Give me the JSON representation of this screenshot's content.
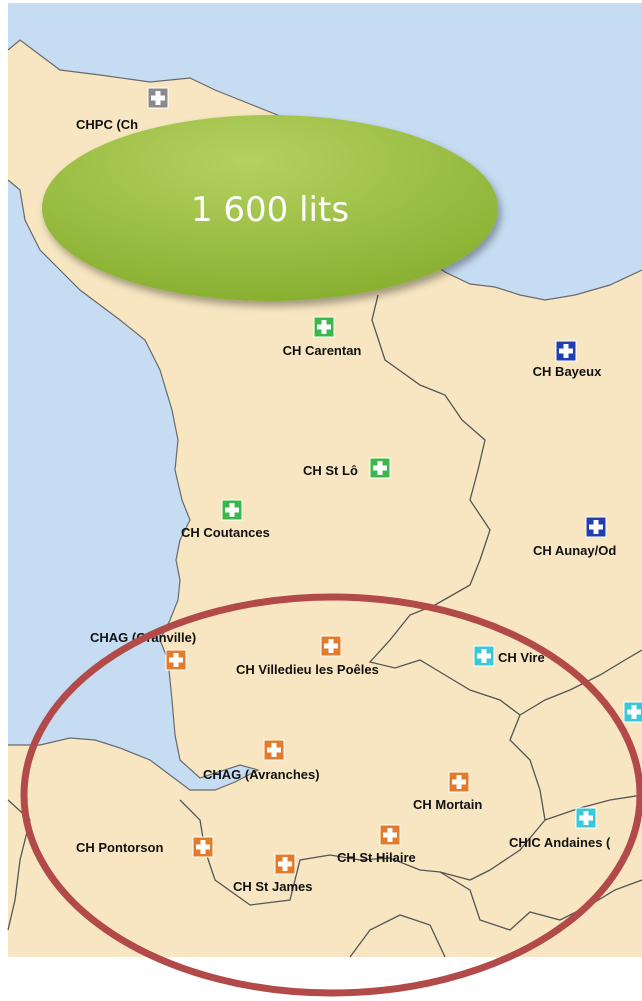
{
  "colors": {
    "sea": "#c5dcf2",
    "land": "#f7e6c1",
    "border": "#555555",
    "coast": "#6a6a6a",
    "bubble_fill": "#86ae2e",
    "bubble_highlight": "#b5d160",
    "ellipse_stroke": "#b14a48",
    "cross_gray": "#8a8a8a",
    "cross_green": "#3cb84a",
    "cross_blue": "#1f3fb0",
    "cross_orange": "#e37b2a",
    "cross_cyan": "#38c8d8"
  },
  "bubble": {
    "text": "1 600 lits"
  },
  "map": {
    "hospitals": [
      {
        "id": "chpc",
        "label": "CHPC (Ch",
        "icon": "cross-gray-icon",
        "color": "#8a8a8a"
      },
      {
        "id": "carentan",
        "label": "CH Carentan",
        "icon": "cross-green-icon",
        "color": "#3cb84a"
      },
      {
        "id": "bayeux",
        "label": "CH Bayeux",
        "icon": "cross-blue-icon",
        "color": "#1f3fb0"
      },
      {
        "id": "stlo",
        "label": "CH St Lô",
        "icon": "cross-green-icon",
        "color": "#3cb84a"
      },
      {
        "id": "coutances",
        "label": "CH Coutances",
        "icon": "cross-green-icon",
        "color": "#3cb84a"
      },
      {
        "id": "aunay",
        "label": "CH Aunay/Od",
        "icon": "cross-blue-icon",
        "color": "#1f3fb0"
      },
      {
        "id": "granville",
        "label": "CHAG (Granville)",
        "icon": "cross-orange-icon",
        "color": "#e37b2a"
      },
      {
        "id": "villedieu",
        "label": "CH Villedieu les Poêles",
        "icon": "cross-orange-icon",
        "color": "#e37b2a"
      },
      {
        "id": "vire",
        "label": "CH Vire",
        "icon": "cross-cyan-icon",
        "color": "#38c8d8"
      },
      {
        "id": "east",
        "label": "",
        "icon": "cross-cyan-icon",
        "color": "#38c8d8"
      },
      {
        "id": "avranches",
        "label": "CHAG (Avranches)",
        "icon": "cross-orange-icon",
        "color": "#e37b2a"
      },
      {
        "id": "mortain",
        "label": "CH Mortain",
        "icon": "cross-orange-icon",
        "color": "#e37b2a"
      },
      {
        "id": "andaines",
        "label": "CHIC Andaines (",
        "icon": "cross-cyan-icon",
        "color": "#38c8d8"
      },
      {
        "id": "pontorson",
        "label": "CH Pontorson",
        "icon": "cross-orange-icon",
        "color": "#e37b2a"
      },
      {
        "id": "sthilaire",
        "label": "CH St Hilaire",
        "icon": "cross-orange-icon",
        "color": "#e37b2a"
      },
      {
        "id": "stjames",
        "label": "CH St James",
        "icon": "cross-orange-icon",
        "color": "#e37b2a"
      }
    ]
  }
}
